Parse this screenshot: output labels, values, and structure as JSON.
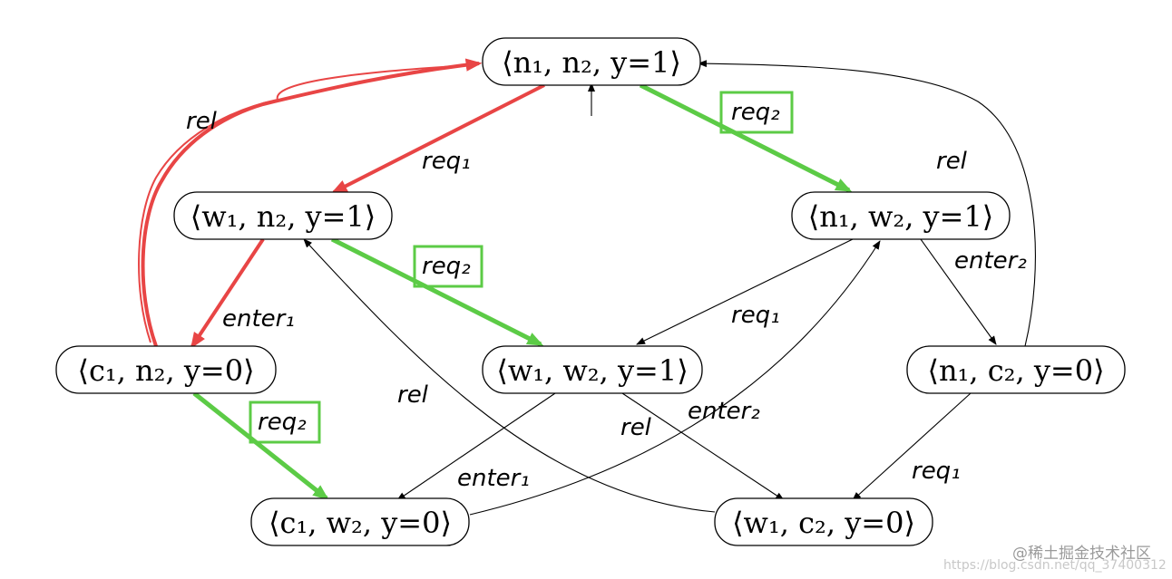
{
  "colors": {
    "red_path": "#e84545",
    "green_path": "#5ccb46",
    "default_edge": "#000000"
  },
  "nodes": {
    "n1n2": {
      "label": "⟨n₁, n₂, y=1⟩"
    },
    "w1n2": {
      "label": "⟨w₁, n₂, y=1⟩"
    },
    "n1w2": {
      "label": "⟨n₁, w₂, y=1⟩"
    },
    "c1n2": {
      "label": "⟨c₁, n₂, y=0⟩"
    },
    "w1w2": {
      "label": "⟨w₁, w₂, y=1⟩"
    },
    "n1c2": {
      "label": "⟨n₁, c₂, y=0⟩"
    },
    "c1w2": {
      "label": "⟨c₁, w₂, y=0⟩"
    },
    "w1c2": {
      "label": "⟨w₁, c₂, y=0⟩"
    }
  },
  "edges": [
    {
      "from": "n1n2",
      "to": "w1n2",
      "label": "req₁",
      "style": "red"
    },
    {
      "from": "n1n2",
      "to": "n1w2",
      "label": "req₂",
      "style": "green",
      "boxed": true
    },
    {
      "from": "w1n2",
      "to": "c1n2",
      "label": "enter₁",
      "style": "red"
    },
    {
      "from": "w1n2",
      "to": "w1w2",
      "label": "req₂",
      "style": "green",
      "boxed": true
    },
    {
      "from": "n1w2",
      "to": "w1w2",
      "label": "req₁",
      "style": "thin"
    },
    {
      "from": "n1w2",
      "to": "n1c2",
      "label": "enter₂",
      "style": "thin"
    },
    {
      "from": "c1n2",
      "to": "n1n2",
      "label": "rel",
      "style": "red"
    },
    {
      "from": "c1n2",
      "to": "c1w2",
      "label": "req₂",
      "style": "green",
      "boxed": true
    },
    {
      "from": "w1w2",
      "to": "c1w2",
      "label": "enter₁",
      "style": "thin"
    },
    {
      "from": "w1w2",
      "to": "w1c2",
      "label": "enter₂",
      "style": "thin"
    },
    {
      "from": "n1c2",
      "to": "n1n2",
      "label": "rel",
      "style": "thin"
    },
    {
      "from": "n1c2",
      "to": "w1c2",
      "label": "req₁",
      "style": "thin"
    },
    {
      "from": "c1w2",
      "to": "n1w2",
      "label": "rel",
      "style": "thin"
    },
    {
      "from": "w1c2",
      "to": "w1n2",
      "label": "rel",
      "style": "thin"
    }
  ],
  "watermark": {
    "primary": "@稀土掘金技术社区",
    "secondary": "https://blog.csdn.net/qq_37400312"
  }
}
